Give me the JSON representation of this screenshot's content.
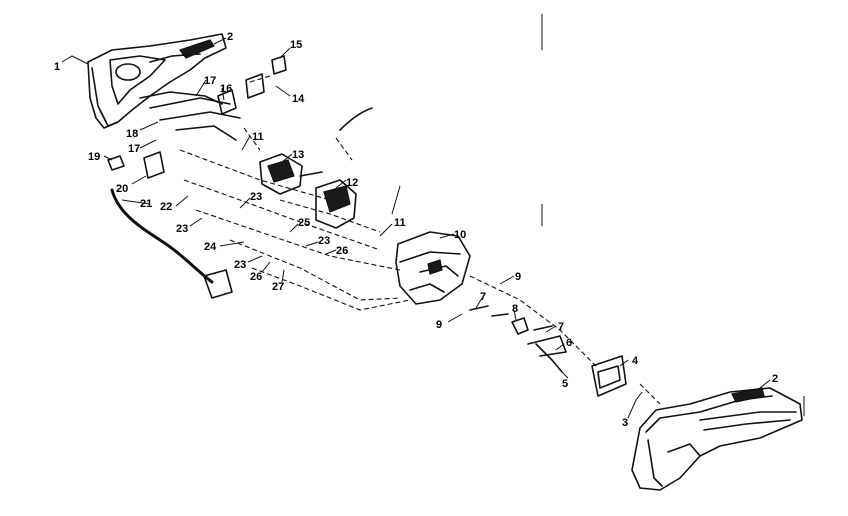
{
  "callouts": [
    {
      "label": "1"
    },
    {
      "label": "2"
    },
    {
      "label": "15"
    },
    {
      "label": "14"
    },
    {
      "label": "17"
    },
    {
      "label": "16"
    },
    {
      "label": "18"
    },
    {
      "label": "17"
    },
    {
      "label": "11"
    },
    {
      "label": "19"
    },
    {
      "label": "13"
    },
    {
      "label": "20"
    },
    {
      "label": "12"
    },
    {
      "label": "21"
    },
    {
      "label": "22"
    },
    {
      "label": "23"
    },
    {
      "label": "23"
    },
    {
      "label": "25"
    },
    {
      "label": "11"
    },
    {
      "label": "10"
    },
    {
      "label": "24"
    },
    {
      "label": "23"
    },
    {
      "label": "26"
    },
    {
      "label": "23"
    },
    {
      "label": "26"
    },
    {
      "label": "27"
    },
    {
      "label": "9"
    },
    {
      "label": "7"
    },
    {
      "label": "8"
    },
    {
      "label": "9"
    },
    {
      "label": "7"
    },
    {
      "label": "6"
    },
    {
      "label": "4"
    },
    {
      "label": "5"
    },
    {
      "label": "2"
    },
    {
      "label": "3"
    }
  ]
}
